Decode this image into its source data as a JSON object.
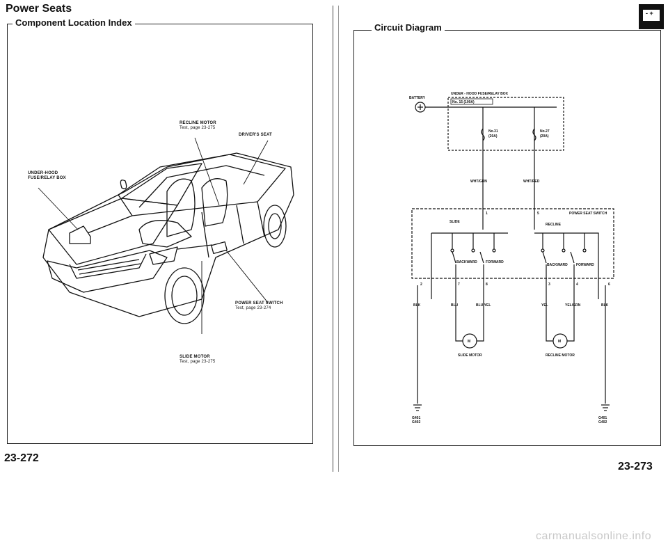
{
  "left_page": {
    "title": "Power Seats",
    "section": "Component Location Index",
    "page_number": "23-272",
    "callouts": {
      "recline_motor": "RECLINE MOTOR",
      "recline_motor_ref": "Test, page 23-275",
      "drivers_seat": "DRIVER'S SEAT",
      "under_hood_box": "UNDER-HOOD",
      "under_hood_box_2": "FUSE/RELAY BOX",
      "power_seat_switch": "POWER SEAT SWITCH",
      "power_seat_switch_ref": "Test, page 23-274",
      "slide_motor": "SLIDE MOTOR",
      "slide_motor_ref": "Test, page 23-275"
    }
  },
  "right_page": {
    "section": "Circuit Diagram",
    "page_number": "23-273",
    "tab_icon": "battery-terminal-icon",
    "diagram": {
      "battery": "BATTERY",
      "fuse_box": "UNDER - HOOD FUSE/RELAY BOX",
      "fuse_main": "No. 15 (100A)",
      "fuse_31": "No.31",
      "fuse_31_amps": "(20A)",
      "fuse_27": "No.27",
      "fuse_27_amps": "(20A)",
      "wire_wht_grn": "WHT/GRN",
      "wire_wht_red": "WHT/RED",
      "switch_name": "POWER SEAT SWITCH",
      "slide": "SLIDE",
      "recline": "RECLINE",
      "backward": "BACKWARD",
      "forward": "FORWARD",
      "pin_1": "1",
      "pin_5": "5",
      "pin_2": "2",
      "pin_7": "7",
      "pin_8": "8",
      "pin_3": "3",
      "pin_4": "4",
      "pin_6": "6",
      "wire_blk": "BLK",
      "wire_blu": "BLU",
      "wire_blu_yel": "BLU/YEL",
      "wire_yel": "YEL",
      "wire_yel_grn": "YEL/GRN",
      "motor_m": "M",
      "slide_motor": "SLIDE MOTOR",
      "recline_motor": "RECLINE MOTOR",
      "ground_1": "G401",
      "ground_2": "G402"
    }
  },
  "watermark": "carmanualsonline.info"
}
